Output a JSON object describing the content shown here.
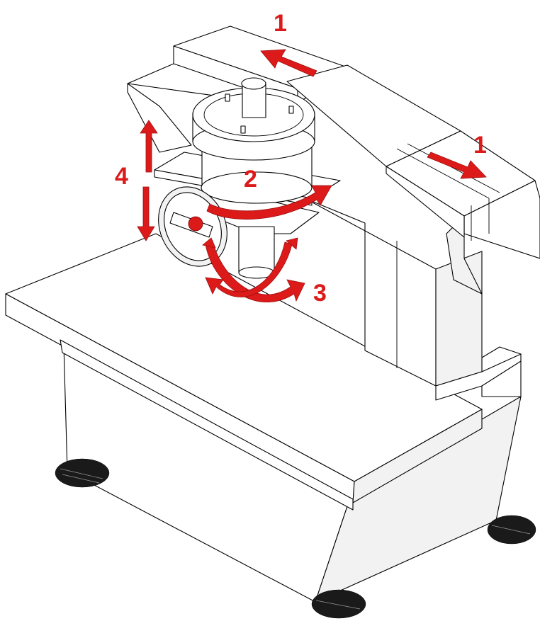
{
  "labels": {
    "top_slide_arrow": "1",
    "right_slide_arrow": "1",
    "spindle_rotation": "2",
    "handwheel_rotation": "3",
    "vertical_travel": "4"
  },
  "colors": {
    "arrow_fill": "#dd1a1a",
    "label_text": "#dd1a1a",
    "line": "#000000",
    "background": "#ffffff"
  }
}
